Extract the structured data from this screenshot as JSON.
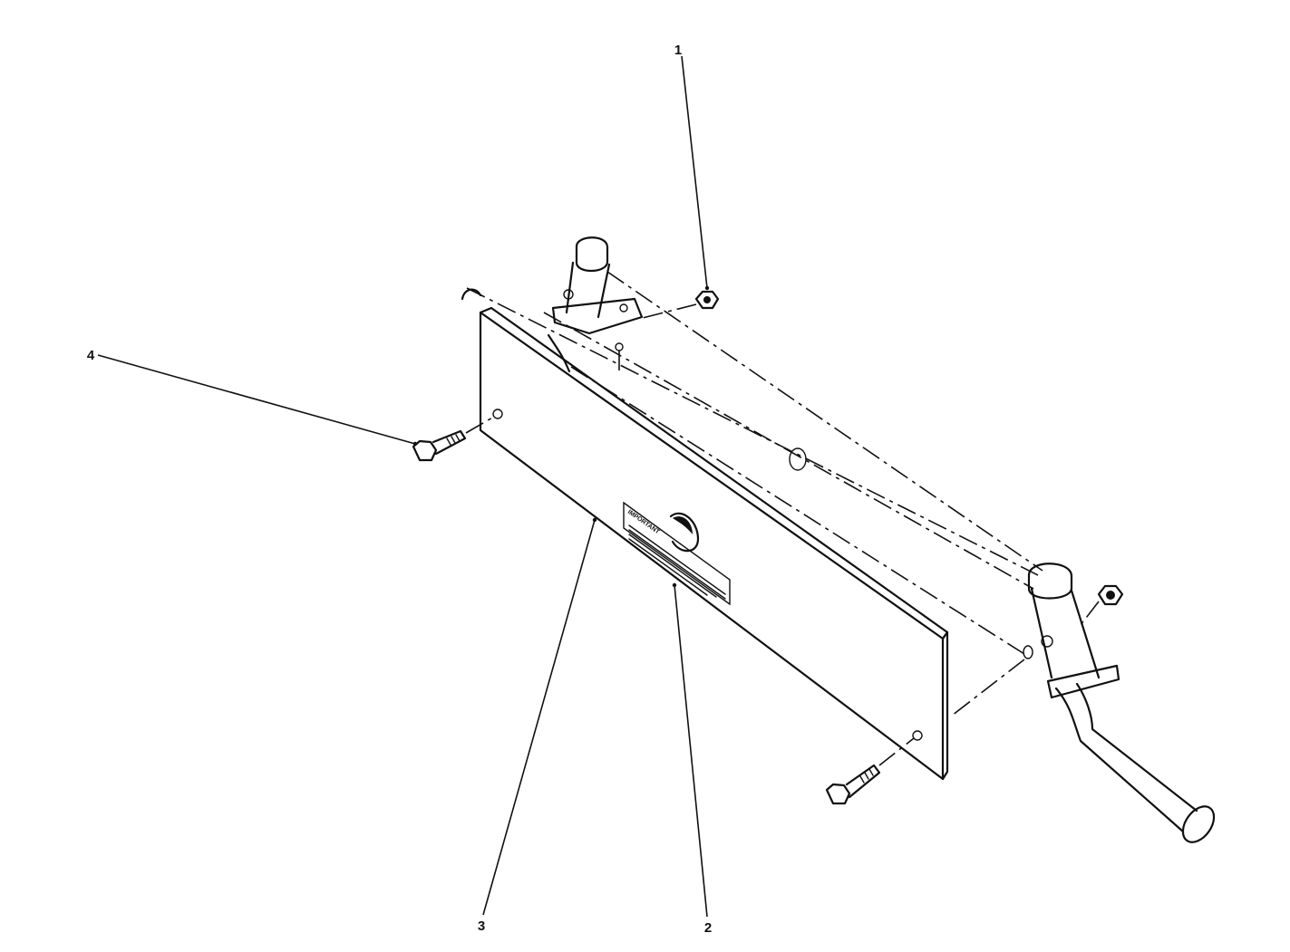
{
  "diagram": {
    "callouts": [
      {
        "id": "1",
        "text": "1"
      },
      {
        "id": "2",
        "text": "2"
      },
      {
        "id": "3",
        "text": "3"
      },
      {
        "id": "4",
        "text": "4"
      }
    ],
    "decal_label": "IMPORTANT",
    "ink_color": "#111111",
    "paper_color": "#ffffff"
  }
}
